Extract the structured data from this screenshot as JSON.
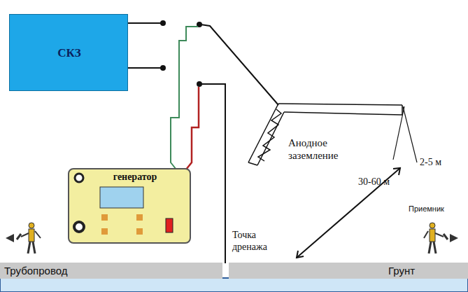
{
  "diagram": {
    "nodes": [
      {
        "text": [
          "СКЗ"
        ]
      },
      {
        "text": [
          "генератор"
        ]
      },
      {
        "text": [
          "Трубопровод"
        ]
      },
      {
        "text": [
          "Грунт"
        ]
      }
    ],
    "labels": [
      "Анодное заземление",
      "2-5 м",
      "30-60 м",
      "Приемник",
      "Точка дренажа"
    ]
  }
}
